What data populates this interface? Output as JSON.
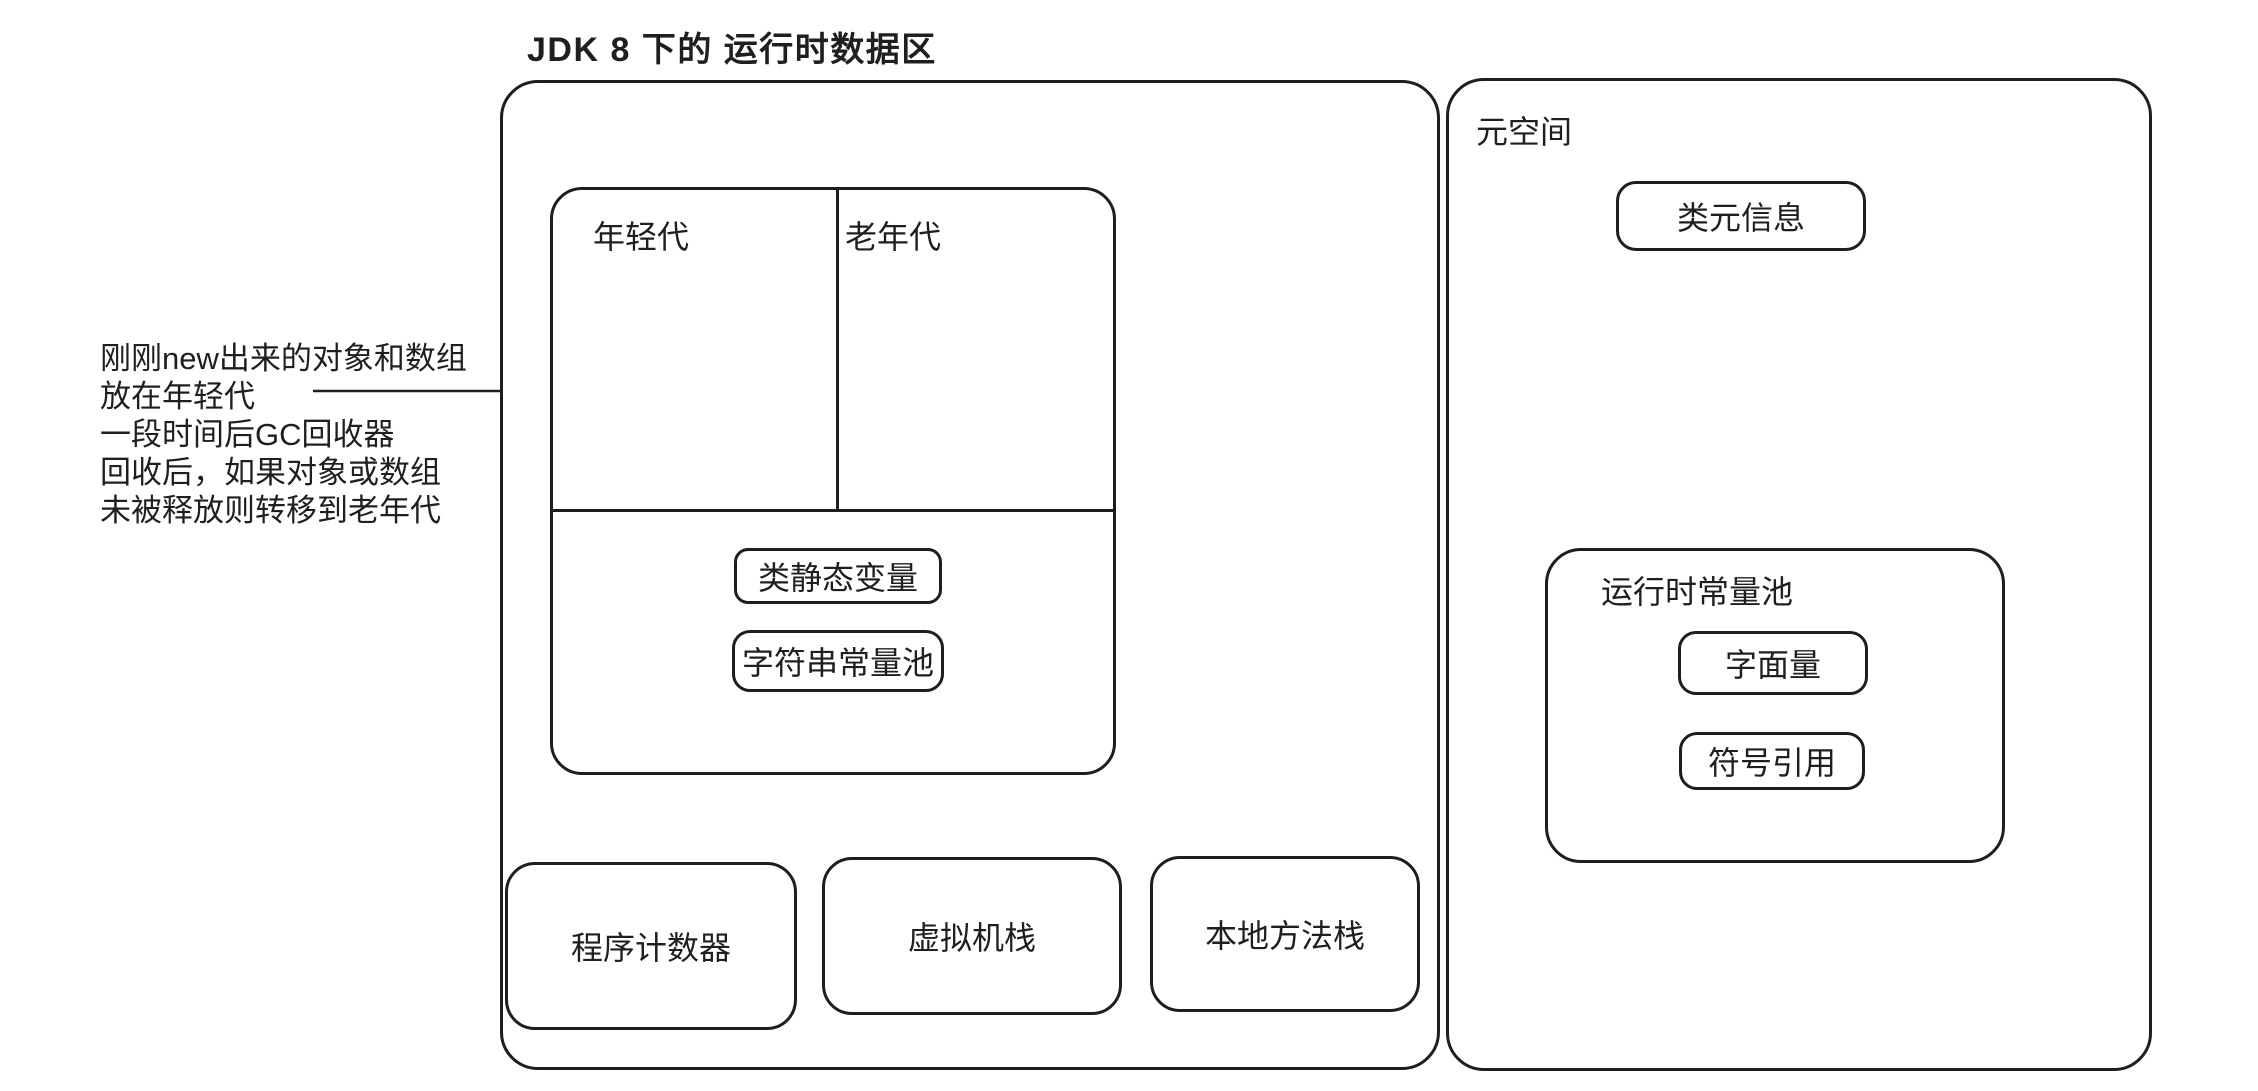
{
  "title": "JDK 8 下的 运行时数据区",
  "annotation": {
    "lines": [
      "刚刚new出来的对象和数组",
      "放在年轻代",
      "一段时间后GC回收器",
      "回收后，如果对象或数组",
      "未被释放则转移到老年代"
    ]
  },
  "runtime_area": {
    "heap": {
      "young_label": "年轻代",
      "old_label": "老年代",
      "static_vars_label": "类静态变量",
      "string_pool_label": "字符串常量池"
    },
    "program_counter_label": "程序计数器",
    "vm_stack_label": "虚拟机栈",
    "native_stack_label": "本地方法栈"
  },
  "metaspace": {
    "label": "元空间",
    "class_meta_label": "类元信息",
    "constant_pool": {
      "label": "运行时常量池",
      "literal_label": "字面量",
      "symbol_ref_label": "符号引用"
    }
  },
  "colors": {
    "stroke": "#1e1e1e",
    "text": "#1f1f1f",
    "background": "#ffffff"
  }
}
